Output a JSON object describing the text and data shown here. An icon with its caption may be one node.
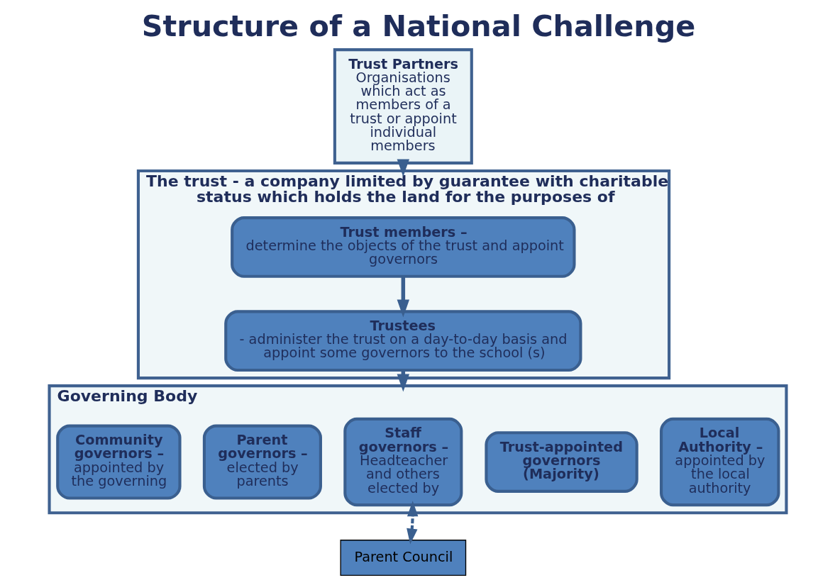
{
  "diagram": {
    "title": "Structure of a National Challenge",
    "nodes": [
      {
        "text": [
          "Trust Partners",
          "Organisations which act as members of a trust or appoint individual members"
        ]
      },
      {
        "text": [
          "The trust - a company limited by guarantee with charitable status which holds the land for the purposes of"
        ]
      },
      {
        "text": [
          "Trust members –",
          "determine the objects of the trust and appoint governors"
        ],
        "in": 1
      },
      {
        "text": [
          "Trustees",
          "- administer the trust on a day-to-day basis and appoint some governors to the school (s)"
        ],
        "in": 1
      },
      {
        "text": [
          "Governing Body"
        ]
      },
      {
        "text": [
          "Community governors –",
          "appointed by the governing"
        ],
        "in": 4
      },
      {
        "text": [
          "Parent governors –",
          "elected by parents"
        ],
        "in": 4
      },
      {
        "text": [
          "Staff governors –",
          "Headteacher and others elected by"
        ],
        "in": 4
      },
      {
        "text": [
          "Trust-appointed governors (Majority)"
        ],
        "in": 4
      },
      {
        "text": [
          "Local Authority –",
          "appointed by the local authority"
        ],
        "in": 4
      },
      {
        "text": [
          "Parent Council"
        ]
      }
    ],
    "edges": [
      {
        "from": 0,
        "to": 1,
        "arrow": "to"
      },
      {
        "from": 2,
        "to": 3,
        "arrow": "to"
      },
      {
        "from": 3,
        "to": 4,
        "arrow": "to"
      },
      {
        "from": 10,
        "to": 7,
        "arrow": "both",
        "style": "dashed"
      }
    ]
  }
}
